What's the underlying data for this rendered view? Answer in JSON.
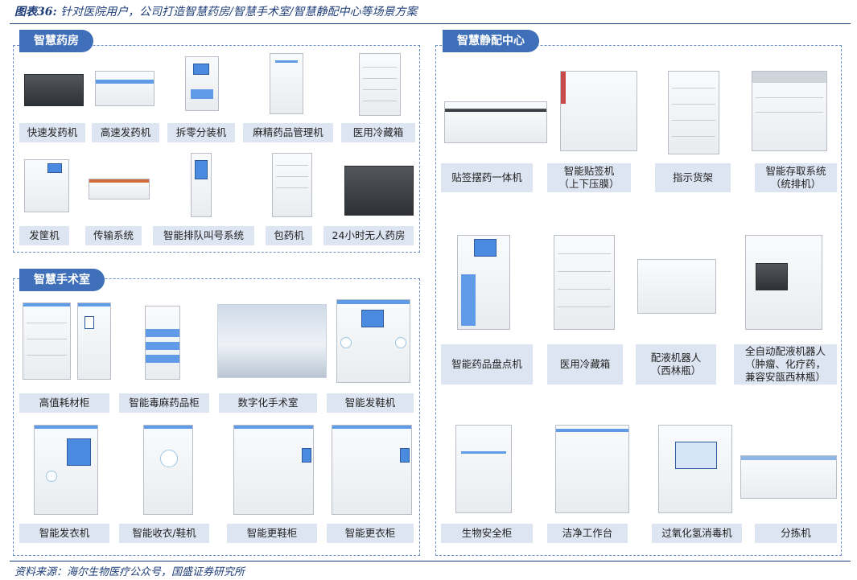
{
  "figure": {
    "title_prefix": "图表36:",
    "title_text": "针对医院用户，公司打造智慧药房/智慧手术室/智慧静配中心等场景方案",
    "source": "资料来源：海尔生物医疗公众号，国盛证券研究所"
  },
  "pharmacy": {
    "tag": "智慧药房",
    "row1": [
      "快速发药机",
      "高速发药机",
      "拆零分装机",
      "麻精药品管理机",
      "医用冷藏箱"
    ],
    "row2": [
      "发筐机",
      "传输系统",
      "智能排队叫号系统",
      "包药机",
      "24小时无人药房"
    ]
  },
  "surgery": {
    "tag": "智慧手术室",
    "row1": [
      "高值耗材柜",
      "智能毒麻药品柜",
      "数字化手术室",
      "智能发鞋机"
    ],
    "row2": [
      "智能发衣机",
      "智能收衣/鞋机",
      "智能更鞋柜",
      "智能更衣柜"
    ]
  },
  "pivas": {
    "tag": "智慧静配中心",
    "row1": [
      "贴签摆药一体机",
      "智能贴签机\n（上下压膜）",
      "指示货架",
      "智能存取系统\n（统排机）"
    ],
    "row2": [
      "智能药品盘点机",
      "医用冷藏箱",
      "配液机器人\n（西林瓶）",
      "全自动配液机器人\n（肿瘤、化疗药，\n兼容安瓿西林瓶）"
    ],
    "row3": [
      "生物安全柜",
      "洁净工作台",
      "过氧化氢消毒机",
      "分拣机"
    ]
  },
  "colors": {
    "tag_bg": "#3e6fb8",
    "label_bg": "#dde5f2",
    "title": "#1f3d78",
    "border": "#6b8fc9"
  },
  "icons": [
    "dispensing-machine-icon",
    "refrigerator-icon",
    "cabinet-icon",
    "robot-icon",
    "operating-room-icon",
    "biosafety-cabinet-icon"
  ]
}
